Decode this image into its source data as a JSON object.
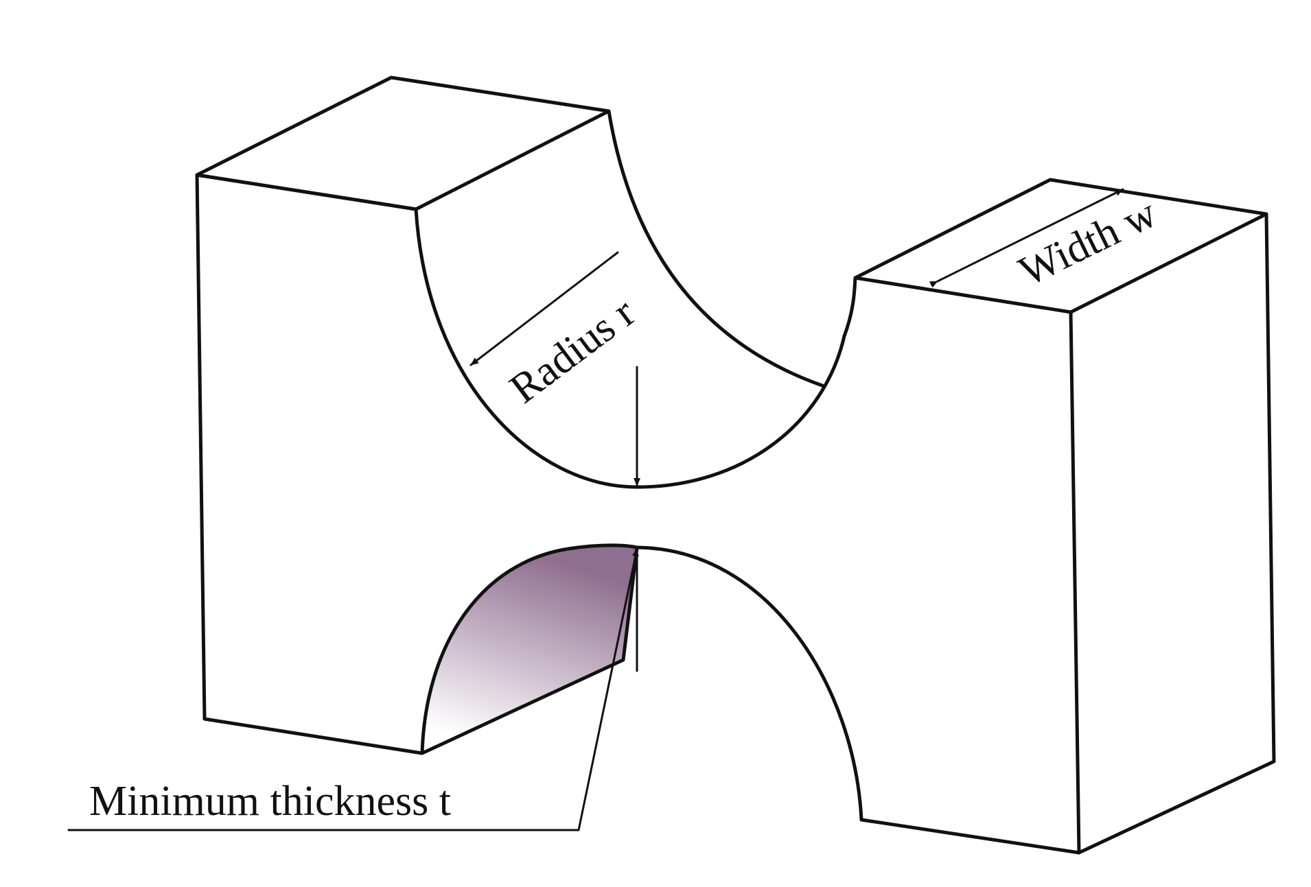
{
  "labels": {
    "radius": "Radius r",
    "width": "Width w",
    "thickness": "Minimum thickness t"
  },
  "colors": {
    "line": "#111111",
    "shade_dark": "#8f6f8f",
    "shade_light": "#ffffff"
  }
}
